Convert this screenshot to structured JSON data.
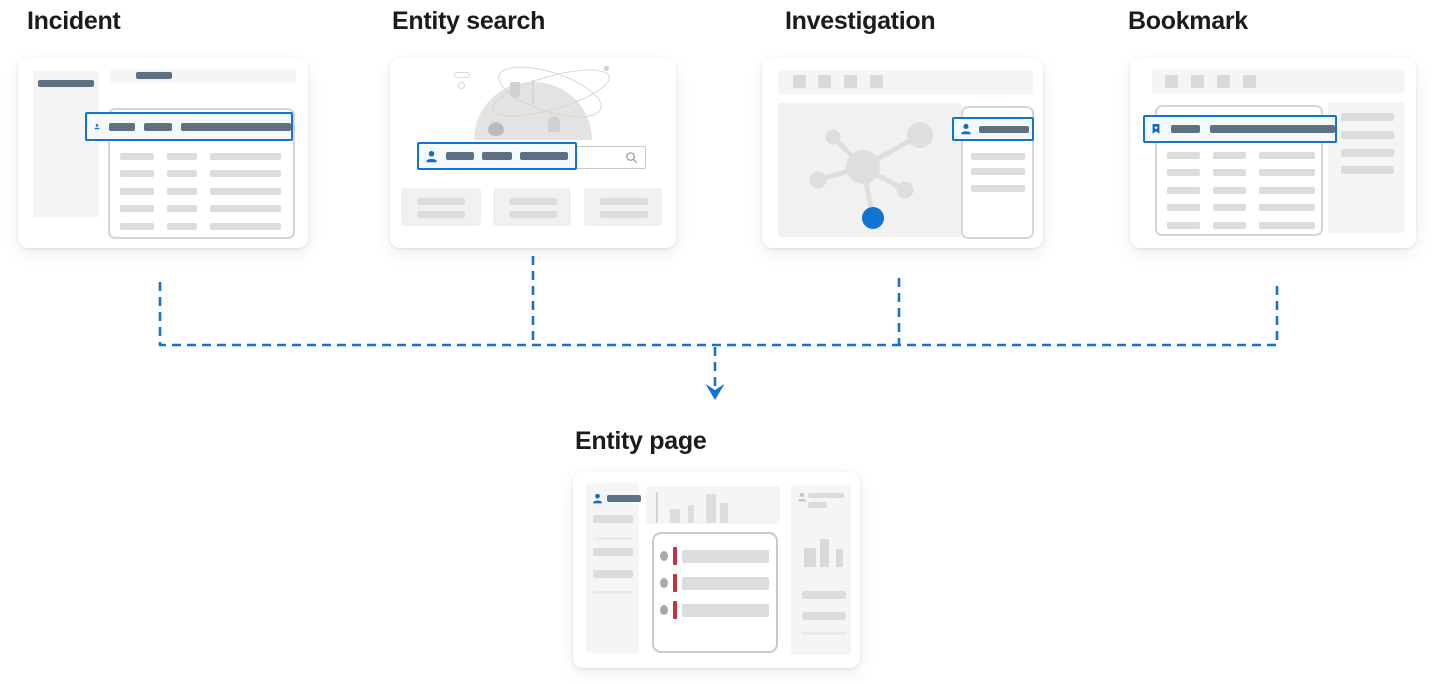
{
  "diagram": {
    "heading_cards": [
      {
        "id": "incident",
        "label": "Incident"
      },
      {
        "id": "entity_search",
        "label": "Entity search"
      },
      {
        "id": "investigation",
        "label": "Investigation"
      },
      {
        "id": "bookmark",
        "label": "Bookmark"
      }
    ],
    "target_card": {
      "id": "entity_page",
      "label": "Entity page"
    }
  },
  "icons": {
    "person_icon": "blue user-bust silhouette",
    "person_icon_gray": "gray user-bust silhouette",
    "bookmark_icon": "blue ribbon bookmark with white star",
    "search_icon": "magnifying glass",
    "entity_graph": "relationship graph, one node highlighted blue",
    "arrow_down_icon": "dashed blue arrow pointing down"
  },
  "colors": {
    "accent_blue": "#1173d2",
    "icon_blue": "#0f6cc8",
    "slate_bar": "#5e7082",
    "bar_gray": "#dcdcde",
    "bar_gray_soft": "#d9d9db",
    "line_gray": "#eaeaec",
    "panel_gray": "#f5f5f6",
    "panel_gray_deep": "#f1f1f2",
    "border_gray": "#d6d6d8",
    "highlight_bg": "#f4f9fe",
    "red_marker": "#c5323f",
    "dot_gray": "#a8a8aa",
    "title_text": "#1b1b1b",
    "illustration_gray": "#e3e3e4",
    "node_gray": "#dededf"
  }
}
